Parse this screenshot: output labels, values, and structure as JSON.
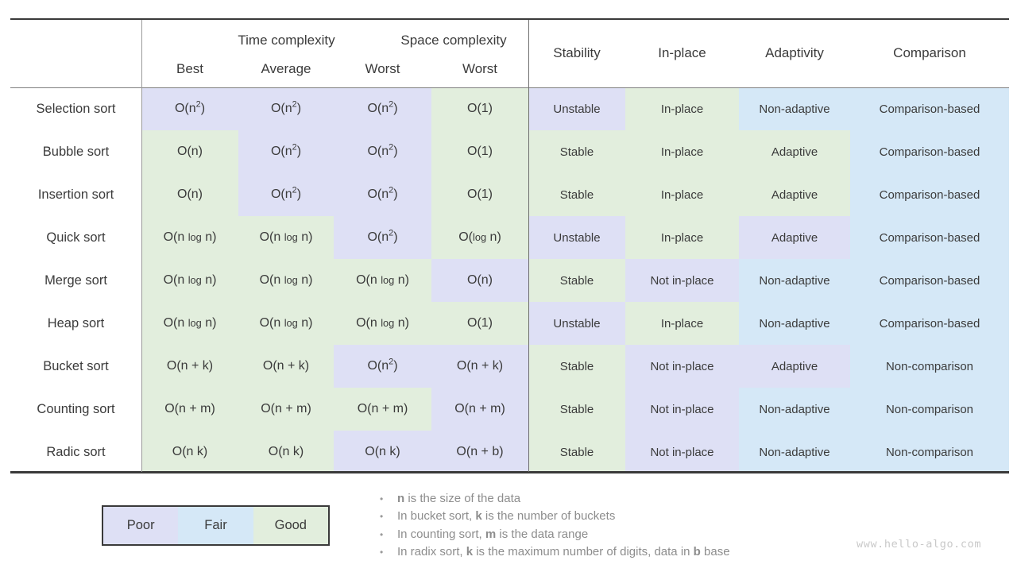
{
  "chart_data": {
    "type": "table",
    "group_headers": {
      "time": "Time complexity",
      "space": "Space complexity"
    },
    "sub_headers": [
      "Best",
      "Average",
      "Worst",
      "Worst"
    ],
    "attr_headers": [
      "Stability",
      "In-place",
      "Adaptivity",
      "Comparison"
    ],
    "rows": [
      {
        "label": "Selection sort",
        "cells": [
          {
            "text": "O(n²)",
            "grade": "poor"
          },
          {
            "text": "O(n²)",
            "grade": "poor"
          },
          {
            "text": "O(n²)",
            "grade": "poor"
          },
          {
            "text": "O(1)",
            "grade": "good"
          },
          {
            "text": "Unstable",
            "grade": "poor"
          },
          {
            "text": "In-place",
            "grade": "good"
          },
          {
            "text": "Non-adaptive",
            "grade": "fair"
          },
          {
            "text": "Comparison-based",
            "grade": "fair"
          }
        ]
      },
      {
        "label": "Bubble sort",
        "cells": [
          {
            "text": "O(n)",
            "grade": "good"
          },
          {
            "text": "O(n²)",
            "grade": "poor"
          },
          {
            "text": "O(n²)",
            "grade": "poor"
          },
          {
            "text": "O(1)",
            "grade": "good"
          },
          {
            "text": "Stable",
            "grade": "good"
          },
          {
            "text": "In-place",
            "grade": "good"
          },
          {
            "text": "Adaptive",
            "grade": "good"
          },
          {
            "text": "Comparison-based",
            "grade": "fair"
          }
        ]
      },
      {
        "label": "Insertion sort",
        "cells": [
          {
            "text": "O(n)",
            "grade": "good"
          },
          {
            "text": "O(n²)",
            "grade": "poor"
          },
          {
            "text": "O(n²)",
            "grade": "poor"
          },
          {
            "text": "O(1)",
            "grade": "good"
          },
          {
            "text": "Stable",
            "grade": "good"
          },
          {
            "text": "In-place",
            "grade": "good"
          },
          {
            "text": "Adaptive",
            "grade": "good"
          },
          {
            "text": "Comparison-based",
            "grade": "fair"
          }
        ]
      },
      {
        "label": "Quick sort",
        "cells": [
          {
            "text": "O(n log n)",
            "grade": "good"
          },
          {
            "text": "O(n log n)",
            "grade": "good"
          },
          {
            "text": "O(n²)",
            "grade": "poor"
          },
          {
            "text": "O(log n)",
            "grade": "good"
          },
          {
            "text": "Unstable",
            "grade": "poor"
          },
          {
            "text": "In-place",
            "grade": "good"
          },
          {
            "text": "Adaptive",
            "grade": "poor"
          },
          {
            "text": "Comparison-based",
            "grade": "fair"
          }
        ]
      },
      {
        "label": "Merge sort",
        "cells": [
          {
            "text": "O(n log n)",
            "grade": "good"
          },
          {
            "text": "O(n log n)",
            "grade": "good"
          },
          {
            "text": "O(n log n)",
            "grade": "good"
          },
          {
            "text": "O(n)",
            "grade": "poor"
          },
          {
            "text": "Stable",
            "grade": "good"
          },
          {
            "text": "Not in-place",
            "grade": "poor"
          },
          {
            "text": "Non-adaptive",
            "grade": "fair"
          },
          {
            "text": "Comparison-based",
            "grade": "fair"
          }
        ]
      },
      {
        "label": "Heap sort",
        "cells": [
          {
            "text": "O(n log n)",
            "grade": "good"
          },
          {
            "text": "O(n log n)",
            "grade": "good"
          },
          {
            "text": "O(n log n)",
            "grade": "good"
          },
          {
            "text": "O(1)",
            "grade": "good"
          },
          {
            "text": "Unstable",
            "grade": "poor"
          },
          {
            "text": "In-place",
            "grade": "good"
          },
          {
            "text": "Non-adaptive",
            "grade": "fair"
          },
          {
            "text": "Comparison-based",
            "grade": "fair"
          }
        ]
      },
      {
        "label": "Bucket sort",
        "cells": [
          {
            "text": "O(n + k)",
            "grade": "good"
          },
          {
            "text": "O(n + k)",
            "grade": "good"
          },
          {
            "text": "O(n²)",
            "grade": "poor"
          },
          {
            "text": "O(n + k)",
            "grade": "poor"
          },
          {
            "text": "Stable",
            "grade": "good"
          },
          {
            "text": "Not in-place",
            "grade": "poor"
          },
          {
            "text": "Adaptive",
            "grade": "poor"
          },
          {
            "text": "Non-comparison",
            "grade": "fair"
          }
        ]
      },
      {
        "label": "Counting sort",
        "cells": [
          {
            "text": "O(n + m)",
            "grade": "good"
          },
          {
            "text": "O(n + m)",
            "grade": "good"
          },
          {
            "text": "O(n + m)",
            "grade": "good"
          },
          {
            "text": "O(n + m)",
            "grade": "poor"
          },
          {
            "text": "Stable",
            "grade": "good"
          },
          {
            "text": "Not in-place",
            "grade": "poor"
          },
          {
            "text": "Non-adaptive",
            "grade": "fair"
          },
          {
            "text": "Non-comparison",
            "grade": "fair"
          }
        ]
      },
      {
        "label": "Radic sort",
        "cells": [
          {
            "text": "O(n k)",
            "grade": "good"
          },
          {
            "text": "O(n k)",
            "grade": "good"
          },
          {
            "text": "O(n k)",
            "grade": "poor"
          },
          {
            "text": "O(n + b)",
            "grade": "poor"
          },
          {
            "text": "Stable",
            "grade": "good"
          },
          {
            "text": "Not in-place",
            "grade": "poor"
          },
          {
            "text": "Non-adaptive",
            "grade": "fair"
          },
          {
            "text": "Non-comparison",
            "grade": "fair"
          }
        ]
      }
    ]
  },
  "legend": {
    "items": [
      {
        "label": "Poor",
        "grade": "poor"
      },
      {
        "label": "Fair",
        "grade": "fair"
      },
      {
        "label": "Good",
        "grade": "good"
      }
    ]
  },
  "notes": {
    "items": [
      [
        {
          "text": "n",
          "bold": true
        },
        {
          "text": " is the size of the data",
          "bold": false
        }
      ],
      [
        {
          "text": "In bucket sort, ",
          "bold": false
        },
        {
          "text": "k",
          "bold": true
        },
        {
          "text": " is the number of buckets",
          "bold": false
        }
      ],
      [
        {
          "text": "In counting sort, ",
          "bold": false
        },
        {
          "text": "m",
          "bold": true
        },
        {
          "text": " is the data range",
          "bold": false
        }
      ],
      [
        {
          "text": "In radix sort, ",
          "bold": false
        },
        {
          "text": "k",
          "bold": true
        },
        {
          "text": " is the maximum number of digits, data in ",
          "bold": false
        },
        {
          "text": "b",
          "bold": true
        },
        {
          "text": " base",
          "bold": false
        }
      ]
    ]
  },
  "watermark": "www.hello-algo.com",
  "colors": {
    "poor": "#dee0f5",
    "fair": "#d5e8f7",
    "good": "#e2eedd"
  }
}
